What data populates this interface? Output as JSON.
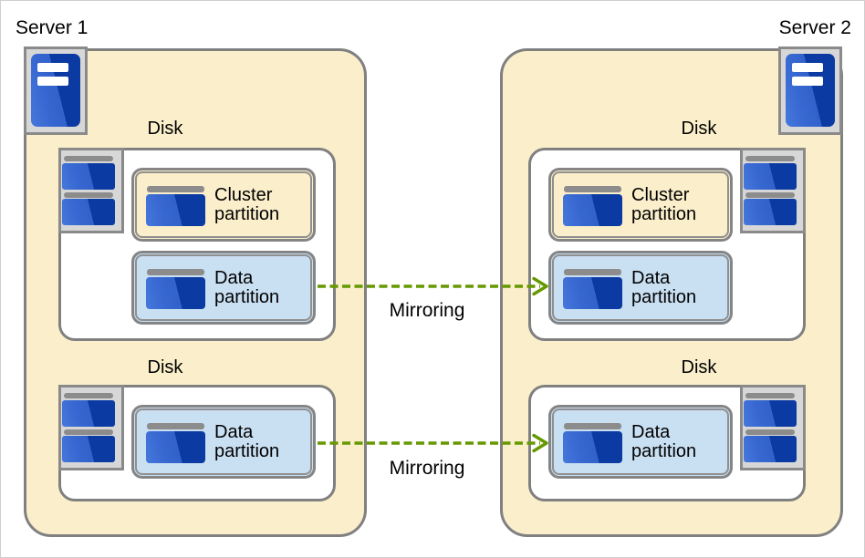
{
  "diagram": {
    "title_hint": "disk mirroring between two servers",
    "servers": [
      {
        "name": "Server 1",
        "disks": [
          {
            "label": "Disk",
            "partitions": [
              {
                "type": "cluster",
                "label": "Cluster partition"
              },
              {
                "type": "data",
                "label": "Data partition"
              }
            ]
          },
          {
            "label": "Disk",
            "partitions": [
              {
                "type": "data",
                "label": "Data partition"
              }
            ]
          }
        ]
      },
      {
        "name": "Server 2",
        "disks": [
          {
            "label": "Disk",
            "partitions": [
              {
                "type": "cluster",
                "label": "Cluster partition"
              },
              {
                "type": "data",
                "label": "Data partition"
              }
            ]
          },
          {
            "label": "Disk",
            "partitions": [
              {
                "type": "data",
                "label": "Data partition"
              }
            ]
          }
        ]
      }
    ],
    "arrows": [
      {
        "label": "Mirroring",
        "direction": "left-to-right"
      },
      {
        "label": "Mirroring",
        "direction": "left-to-right"
      }
    ],
    "icons": {
      "server": "server-tower-icon",
      "disk": "disk-stack-icon",
      "partition": "partition-icon",
      "arrow": "dashed-arrow-right-icon"
    },
    "colors": {
      "panel_fill": "#FBEFCB",
      "disk_fill": "#FFFFFF",
      "cluster_partition_fill": "#FBEFCB",
      "data_partition_fill": "#C9DFF2",
      "border_gray": "#808080",
      "icon_tray_fill": "#D7D7D7",
      "icon_bar_gray": "#8C8C8C",
      "icon_blue_light": "#3767D0",
      "icon_blue_dark": "#0B3AA2",
      "arrow_green": "#669900",
      "text": "#000000"
    }
  }
}
